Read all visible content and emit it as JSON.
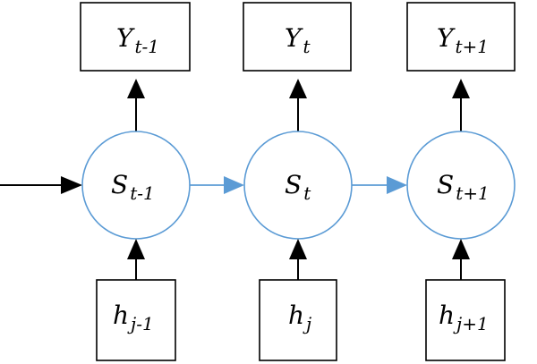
{
  "outputs": [
    {
      "symbol": "Y",
      "subscript": "t-1"
    },
    {
      "symbol": "Y",
      "subscript": "t"
    },
    {
      "symbol": "Y",
      "subscript": "t+1"
    }
  ],
  "states": [
    {
      "symbol": "S",
      "subscript": "t-1"
    },
    {
      "symbol": "S",
      "subscript": "t"
    },
    {
      "symbol": "S",
      "subscript": "t+1"
    }
  ],
  "inputs": [
    {
      "symbol": "h",
      "subscript": "j-1"
    },
    {
      "symbol": "h",
      "subscript": "j"
    },
    {
      "symbol": "h",
      "subscript": "j+1"
    }
  ],
  "colors": {
    "node_stroke": "#5b9bd5",
    "recurrent_arrow": "#5b9bd5",
    "io_arrow": "#000000"
  }
}
